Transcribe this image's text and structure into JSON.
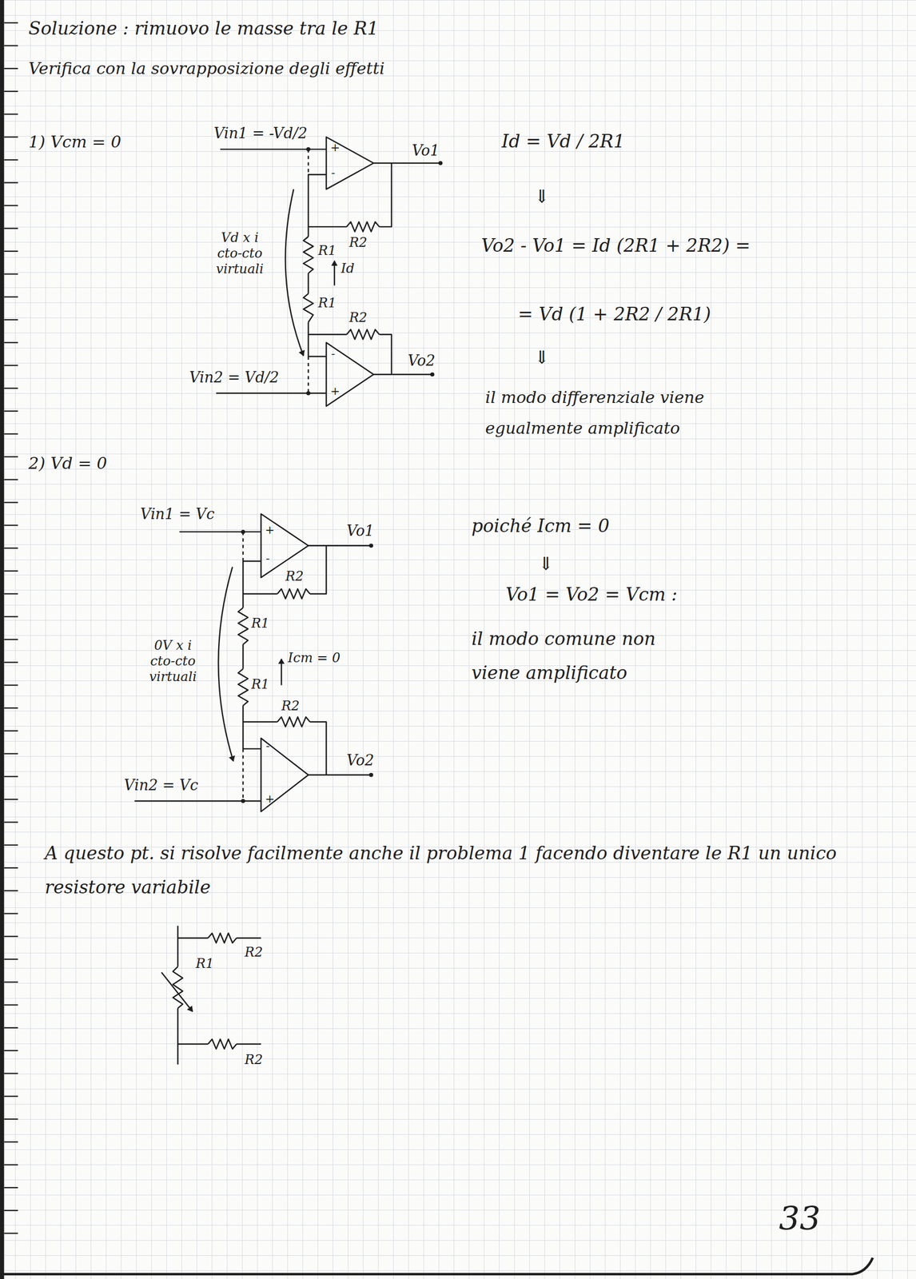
{
  "diagram": {
    "labels": [
      "Soluzione : rimuovo le masse tra le R1",
      "Verifica con la sovrapposizione degli effetti",
      "1) Vcm = 0",
      "Vin1 = -Vd/2",
      "+",
      "-",
      "Vo1",
      "R1",
      "R2",
      "Vd x i cto-cto virtuali",
      "Id",
      "R1",
      "R2",
      "-",
      "+",
      "Vo2",
      "Vin2 = Vd/2",
      "Id = Vd / 2R1",
      "⇓",
      "Vo2 - Vo1 = Id (2R1 + 2R2) =",
      "= Vd (1 + 2R2 / 2R1)",
      "⇓",
      "il modo differenziale viene egualmente amplificato",
      "2) Vd = 0",
      "Vin1 = Vc",
      "+",
      "-",
      "Vo1",
      "R1",
      "R2",
      "0V x i cto-cto virtuali",
      "Icm = 0",
      "R1",
      "R2",
      "-",
      "+",
      "Vo2",
      "Vin2 = Vc",
      "poiché Icm = 0",
      "⇓",
      "Vo1 = Vo2 = Vcm :",
      "il modo comune non viene amplificato",
      "A questo pt. si risolve facilmente anche il problema 1 facendo diventare le R1 un unico resistore variabile",
      "R2",
      "R1",
      "R2",
      "33"
    ]
  }
}
